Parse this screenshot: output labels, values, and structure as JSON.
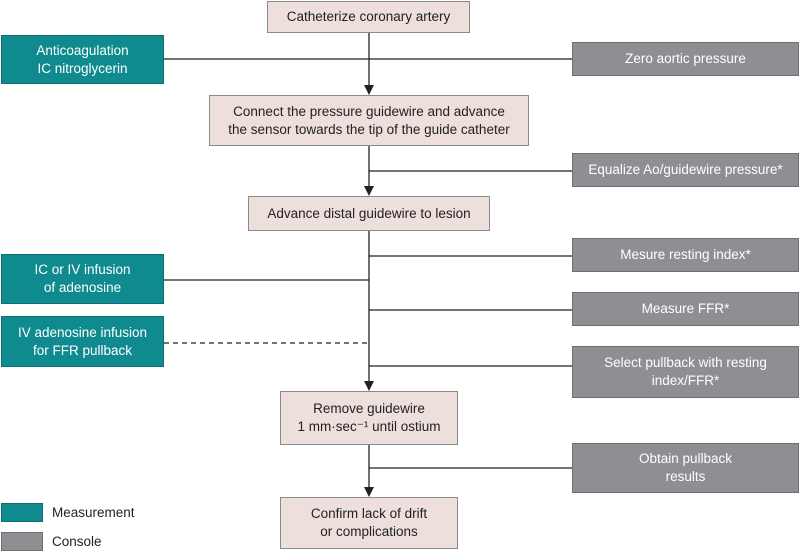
{
  "steps": {
    "s1": "Catheterize coronary artery",
    "s2_line1": "Connect the pressure guidewire and advance",
    "s2_line2": "the sensor towards the tip of the guide catheter",
    "s3": "Advance distal guidewire to lesion",
    "s4_line1": "Remove guidewire",
    "s4_line2": "1 mm·sec⁻¹ until ostium",
    "s5_line1": "Confirm lack of drift",
    "s5_line2": "or complications"
  },
  "measurement": {
    "m1_line1": "Anticoagulation",
    "m1_line2": "IC nitroglycerin",
    "m2_line1": "IC or IV infusion",
    "m2_line2": "of adenosine",
    "m3_line1": "IV adenosine infusion",
    "m3_line2": "for FFR pullback"
  },
  "console": {
    "c1": "Zero aortic pressure",
    "c2": "Equalize Ao/guidewire pressure*",
    "c3": "Mesure resting index*",
    "c4": "Measure FFR*",
    "c5_line1": "Select pullback with resting",
    "c5_line2": "index/FFR*",
    "c6_line1": "Obtain pullback",
    "c6_line2": "results"
  },
  "legend": {
    "measurement_label": "Measurement",
    "console_label": "Console"
  },
  "colors": {
    "step_fill": "#ecdfdc",
    "measurement_fill": "#0f8a8e",
    "console_fill": "#8e8f93",
    "connector": "#222222"
  }
}
